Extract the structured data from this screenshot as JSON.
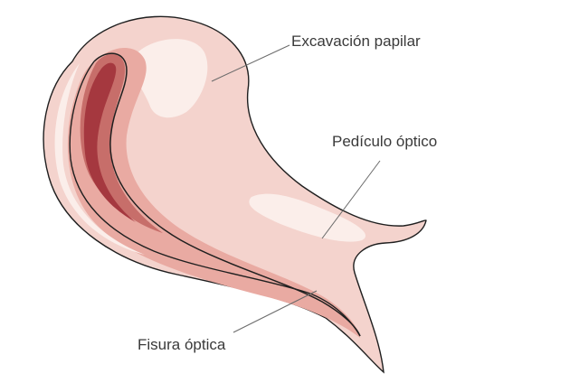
{
  "labels": {
    "optic_cup": "Excavación papilar",
    "optic_stalk": "Pedículo óptico",
    "optic_fissure": "Fisura óptica"
  },
  "colors": {
    "background": "#ffffff",
    "outer_tissue": "#f4d3cd",
    "highlight": "#fbeeea",
    "mid_tissue": "#e9aaa2",
    "inner_layer": "#c76e6a",
    "deep_layer": "#a5383f",
    "outline": "#1f1f1f",
    "label_text": "#3a3a3a",
    "leader_line": "#6a6a6a"
  }
}
